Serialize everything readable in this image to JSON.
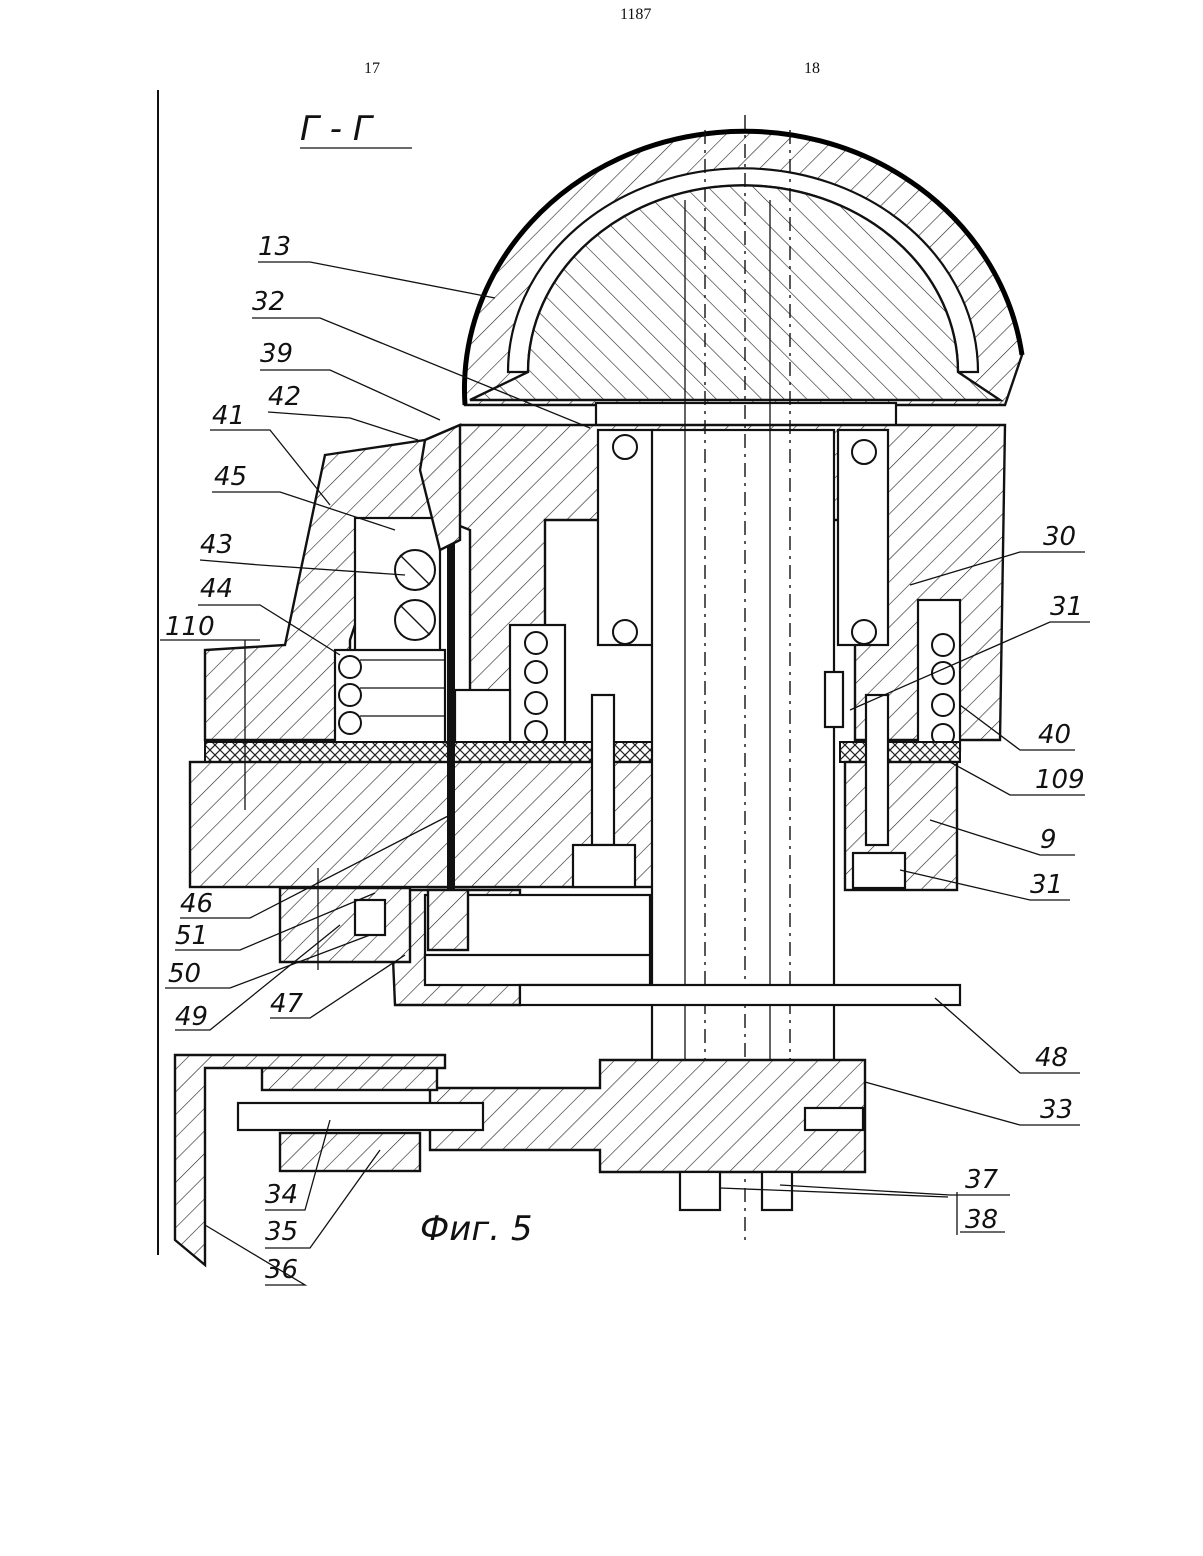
{
  "page": {
    "page_number": "1187",
    "column_left": "17",
    "column_right": "18"
  },
  "figure": {
    "section_title": "Г - Г",
    "caption": "Фиг. 5",
    "labels": [
      "13",
      "32",
      "39",
      "42",
      "41",
      "45",
      "43",
      "44",
      "110",
      "30",
      "31",
      "40",
      "109",
      "9",
      "31",
      "46",
      "51",
      "50",
      "49",
      "47",
      "48",
      "33",
      "34",
      "35",
      "36",
      "37",
      "38"
    ]
  }
}
